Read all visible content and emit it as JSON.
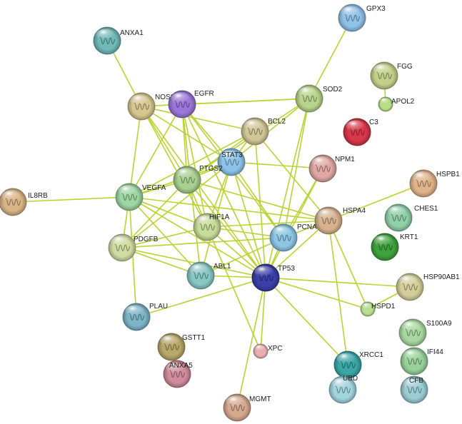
{
  "network": {
    "edge_color": "#b9d330",
    "nodes": [
      {
        "id": "GPX3",
        "label": "GPX3",
        "color": "#8fc2e8"
      },
      {
        "id": "ANXA1",
        "label": "ANXA1",
        "color": "#6fb9b8"
      },
      {
        "id": "FGG",
        "label": "FGG",
        "color": "#c2d08a"
      },
      {
        "id": "APOL2",
        "label": "APOL2",
        "color": "#b7de86"
      },
      {
        "id": "NOS2A",
        "label": "NOS2A",
        "color": "#d6c690"
      },
      {
        "id": "EGFR",
        "label": "EGFR",
        "color": "#9a76d8"
      },
      {
        "id": "SOD2",
        "label": "SOD2",
        "color": "#b8d48a"
      },
      {
        "id": "C3",
        "label": "C3",
        "color": "#d9374a"
      },
      {
        "id": "BCL2",
        "label": "BCL2",
        "color": "#d0c696"
      },
      {
        "id": "STAT3",
        "label": "STAT3",
        "color": "#8cc4e8"
      },
      {
        "id": "NPM1",
        "label": "NPM1",
        "color": "#e0a8a4"
      },
      {
        "id": "PTGS2",
        "label": "PTGS2",
        "color": "#a8d090"
      },
      {
        "id": "IL8RB",
        "label": "IL8RB",
        "color": "#d9b486"
      },
      {
        "id": "VEGFA",
        "label": "VEGFA",
        "color": "#9dd6a2"
      },
      {
        "id": "HSPB1",
        "label": "HSPB1",
        "color": "#e0b48a"
      },
      {
        "id": "HSPA4",
        "label": "HSPA4",
        "color": "#d8b28e"
      },
      {
        "id": "HIF1A",
        "label": "HIF1A",
        "color": "#c8dc9a"
      },
      {
        "id": "CHES1",
        "label": "CHES1",
        "color": "#8fd0a8"
      },
      {
        "id": "PCNA",
        "label": "PCNA",
        "color": "#8cc6e4"
      },
      {
        "id": "KRT1",
        "label": "KRT1",
        "color": "#3fa23c"
      },
      {
        "id": "PDGFB",
        "label": "PDGFB",
        "color": "#cfdca2"
      },
      {
        "id": "ABL1",
        "label": "ABL1",
        "color": "#88c8c4"
      },
      {
        "id": "TP53",
        "label": "TP53",
        "color": "#3b3fa8"
      },
      {
        "id": "HSP90AB1",
        "label": "HSP90AB1",
        "color": "#d4ce9a"
      },
      {
        "id": "HSPD1",
        "label": "HSPD1",
        "color": "#b8de94"
      },
      {
        "id": "PLAU",
        "label": "PLAU",
        "color": "#7cb4c8"
      },
      {
        "id": "S100A9",
        "label": "S100A9",
        "color": "#a8d8a0"
      },
      {
        "id": "GSTT1",
        "label": "GSTT1",
        "color": "#b8a86a"
      },
      {
        "id": "XPC",
        "label": "XPC",
        "color": "#e6b0b2"
      },
      {
        "id": "IFI44",
        "label": "IFI44",
        "color": "#98d29a"
      },
      {
        "id": "XRCC1",
        "label": "XRCC1",
        "color": "#3aa6a6"
      },
      {
        "id": "ANXA5",
        "label": "ANXA5",
        "color": "#cf8c9c"
      },
      {
        "id": "UBD",
        "label": "UBD",
        "color": "#a2d4e0"
      },
      {
        "id": "CFB",
        "label": "CFB",
        "color": "#9cccd4"
      },
      {
        "id": "MGMT",
        "label": "MGMT",
        "color": "#d6a88e"
      }
    ],
    "edges": [
      [
        "ANXA1",
        "NOS2A"
      ],
      [
        "GPX3",
        "SOD2"
      ],
      [
        "NOS2A",
        "EGFR"
      ],
      [
        "NOS2A",
        "SOD2"
      ],
      [
        "NOS2A",
        "BCL2"
      ],
      [
        "NOS2A",
        "STAT3"
      ],
      [
        "NOS2A",
        "PTGS2"
      ],
      [
        "NOS2A",
        "VEGFA"
      ],
      [
        "NOS2A",
        "HIF1A"
      ],
      [
        "NOS2A",
        "TP53"
      ],
      [
        "EGFR",
        "SOD2"
      ],
      [
        "EGFR",
        "STAT3"
      ],
      [
        "EGFR",
        "PTGS2"
      ],
      [
        "EGFR",
        "VEGFA"
      ],
      [
        "EGFR",
        "HIF1A"
      ],
      [
        "EGFR",
        "PCNA"
      ],
      [
        "EGFR",
        "TP53"
      ],
      [
        "EGFR",
        "ABL1"
      ],
      [
        "SOD2",
        "STAT3"
      ],
      [
        "SOD2",
        "PTGS2"
      ],
      [
        "SOD2",
        "TP53"
      ],
      [
        "SOD2",
        "PCNA"
      ],
      [
        "BCL2",
        "STAT3"
      ],
      [
        "BCL2",
        "PTGS2"
      ],
      [
        "BCL2",
        "VEGFA"
      ],
      [
        "BCL2",
        "TP53"
      ],
      [
        "BCL2",
        "HSPA4"
      ],
      [
        "STAT3",
        "PTGS2"
      ],
      [
        "STAT3",
        "VEGFA"
      ],
      [
        "STAT3",
        "HIF1A"
      ],
      [
        "STAT3",
        "TP53"
      ],
      [
        "STAT3",
        "PCNA"
      ],
      [
        "STAT3",
        "NPM1"
      ],
      [
        "STAT3",
        "ABL1"
      ],
      [
        "STAT3",
        "PDGFB"
      ],
      [
        "NPM1",
        "TP53"
      ],
      [
        "NPM1",
        "PCNA"
      ],
      [
        "PTGS2",
        "VEGFA"
      ],
      [
        "PTGS2",
        "HIF1A"
      ],
      [
        "PTGS2",
        "TP53"
      ],
      [
        "PTGS2",
        "PDGFB"
      ],
      [
        "PTGS2",
        "HSPA4"
      ],
      [
        "IL8RB",
        "VEGFA"
      ],
      [
        "VEGFA",
        "HIF1A"
      ],
      [
        "VEGFA",
        "PDGFB"
      ],
      [
        "VEGFA",
        "TP53"
      ],
      [
        "VEGFA",
        "PLAU"
      ],
      [
        "VEGFA",
        "ABL1"
      ],
      [
        "VEGFA",
        "HSPA4"
      ],
      [
        "HIF1A",
        "TP53"
      ],
      [
        "HIF1A",
        "PCNA"
      ],
      [
        "HIF1A",
        "XPC"
      ],
      [
        "HIF1A",
        "HSPA4"
      ],
      [
        "HIF1A",
        "PDGFB"
      ],
      [
        "HSPB1",
        "HSPA4"
      ],
      [
        "HSPA4",
        "TP53"
      ],
      [
        "HSPA4",
        "PCNA"
      ],
      [
        "HSPA4",
        "HSPD1"
      ],
      [
        "HSPA4",
        "XRCC1"
      ],
      [
        "PCNA",
        "TP53"
      ],
      [
        "PCNA",
        "ABL1"
      ],
      [
        "PCNA",
        "PDGFB"
      ],
      [
        "PDGFB",
        "ABL1"
      ],
      [
        "PDGFB",
        "TP53"
      ],
      [
        "ABL1",
        "TP53"
      ],
      [
        "TP53",
        "HSP90AB1"
      ],
      [
        "TP53",
        "HSPD1"
      ],
      [
        "TP53",
        "PLAU"
      ],
      [
        "TP53",
        "XPC"
      ],
      [
        "TP53",
        "XRCC1"
      ],
      [
        "TP53",
        "MGMT"
      ],
      [
        "HSP90AB1",
        "HSPD1"
      ],
      [
        "FGG",
        "APOL2"
      ]
    ]
  }
}
